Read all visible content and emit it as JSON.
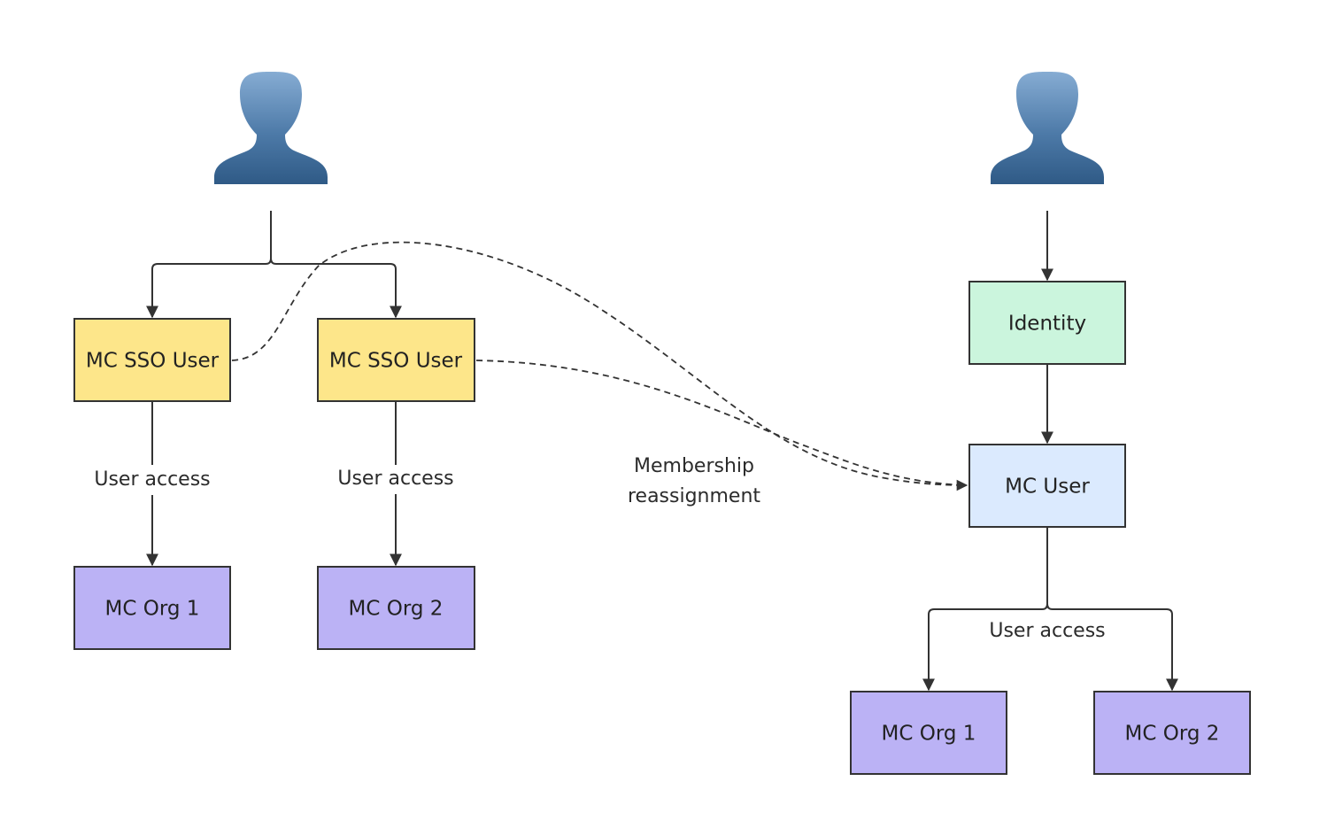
{
  "colors": {
    "sso_user": "#fde68a",
    "identity": "#cbf5dd",
    "mc_user": "#dbeafe",
    "org": "#bbb2f5",
    "person": "#4d7aa8"
  },
  "icons": [
    "person-icon",
    "person-icon"
  ],
  "nodes": {
    "sso_user_1": "MC SSO User",
    "sso_user_2": "MC SSO User",
    "left_org_1": "MC Org 1",
    "left_org_2": "MC Org 2",
    "identity": "Identity",
    "mc_user": "MC User",
    "right_org_1": "MC Org 1",
    "right_org_2": "MC Org 2"
  },
  "edge_labels": {
    "user_access_left_1": "User access",
    "user_access_left_2": "User access",
    "user_access_right": "User access",
    "membership_line_1": "Membership",
    "membership_line_2": "reassignment"
  }
}
